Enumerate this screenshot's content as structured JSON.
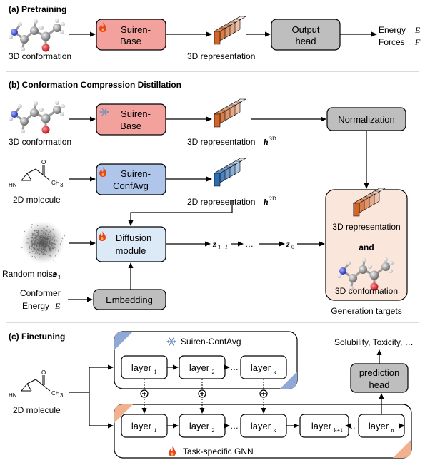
{
  "colors": {
    "suiren_base": "#F2A19C",
    "suiren_confavg": "#AFC5EA",
    "diffusion": "#DCEAF8",
    "gray_box": "#BEBEBE",
    "targets_bg": "#FBE6DC",
    "orange_cube": "#D2662A",
    "blue_cube": "#2F6DB3"
  },
  "panel_a": {
    "title": "(a) Pretraining",
    "input_label": "3D conformation",
    "model_line1": "Suiren-",
    "model_line2": "Base",
    "model_icon": "fire-icon",
    "rep_label": "3D representation",
    "head_line1": "Output",
    "head_line2": "head",
    "out1": "Energy",
    "out1_sym": "E",
    "out2": "Forces",
    "out2_sym": "F"
  },
  "panel_b": {
    "title": "(b) Conformation Compression Distillation",
    "row1_input": "3D conformation",
    "row1_model_line1": "Suiren-",
    "row1_model_line2": "Base",
    "row1_model_icon": "snowflake-icon",
    "row1_rep": "3D representation",
    "row1_rep_sym": "h",
    "row1_rep_sup": "3D",
    "normalization": "Normalization",
    "row2_input": "2D molecule",
    "row2_model_line1": "Suiren-",
    "row2_model_line2": "ConfAvg",
    "row2_model_icon": "fire-icon",
    "row2_rep": "2D representation",
    "row2_rep_sym": "h",
    "row2_rep_sup": "2D",
    "noise_label": "Random noise",
    "noise_sym": "z",
    "noise_sub": "T",
    "diff_line1": "Diffusion",
    "diff_line2": "module",
    "diff_icon": "fire-icon",
    "z_prev": "z",
    "z_prev_sub": "T−1",
    "dots": "…",
    "z0": "z",
    "z0_sub": "0",
    "conformer_line1": "Conformer",
    "conformer_line2": "Energy",
    "conformer_sym": "E",
    "embedding": "Embedding",
    "target_rep": "3D representation",
    "target_and": "and",
    "target_conf": "3D conformation",
    "targets_caption": "Generation targets"
  },
  "panel_c": {
    "title": "(c) Finetuning",
    "input_label": "2D molecule",
    "frozen_title": "Suiren-ConfAvg",
    "frozen_icon": "snowflake-icon",
    "frozen_layers": [
      {
        "base": "layer",
        "sub": "1"
      },
      {
        "base": "layer",
        "sub": "2"
      },
      {
        "base": "layer",
        "sub": "k"
      }
    ],
    "gnn_layers": [
      {
        "base": "layer",
        "sub": "1"
      },
      {
        "base": "layer",
        "sub": "2"
      },
      {
        "base": "layer",
        "sub": "k"
      },
      {
        "base": "layer",
        "sub": "k+1"
      },
      {
        "base": "layer",
        "sub": "n"
      }
    ],
    "dots": "…",
    "gnn_title": "Task-specific GNN",
    "gnn_icon": "fire-icon",
    "head_line1": "prediction",
    "head_line2": "head",
    "outputs": "Solubility, Toxicity, …"
  },
  "molecule_text": {
    "nh": "HN",
    "o": "O",
    "ch3": "CH",
    "ch3_sub": "3"
  }
}
